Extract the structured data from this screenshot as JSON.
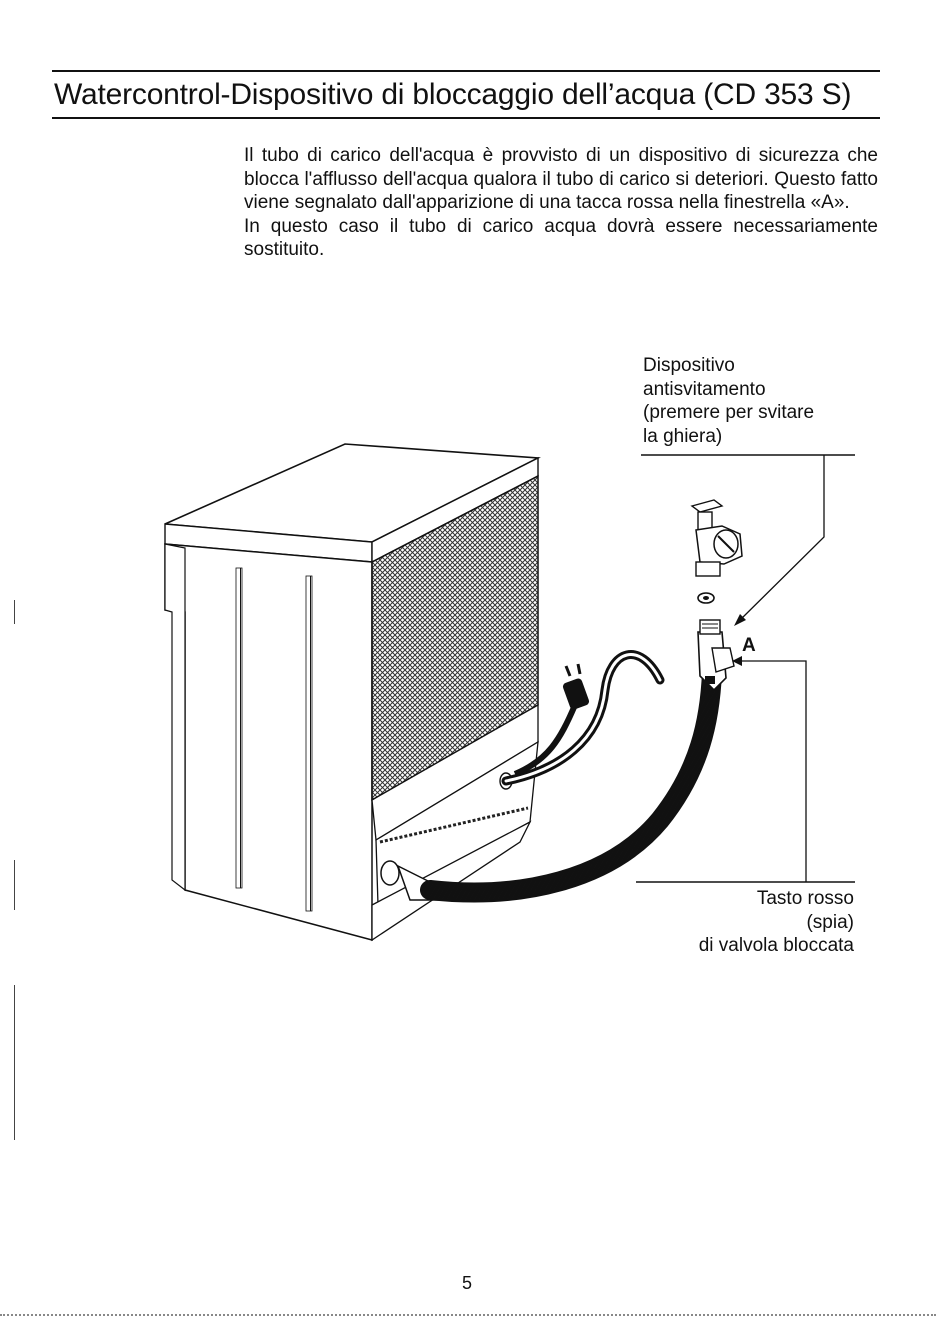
{
  "document": {
    "title": "Watercontrol-Dispositivo di bloccaggio dell’acqua (CD 353 S)",
    "paragraph_1": "Il tubo di carico dell'acqua è provvisto di un dispositivo di sicurezza che blocca l'afflusso dell'acqua qualora il tubo di carico si deteriori. Questo fatto viene segnalato dall'apparizione di una tacca rossa nella finestrella «A».",
    "paragraph_2": "In questo caso il tubo di carico acqua dovrà essere necessariamente sostituito.",
    "page_number": "5"
  },
  "figure": {
    "label_dispositivo": {
      "line_1": "Dispositivo",
      "line_2": "antisvitamento",
      "line_3": "(premere per svitare",
      "line_4": "la ghiera)"
    },
    "label_a": "A",
    "label_tasto": {
      "line_1": "Tasto rosso",
      "line_2": "(spia)",
      "line_3": "di valvola bloccata"
    }
  }
}
